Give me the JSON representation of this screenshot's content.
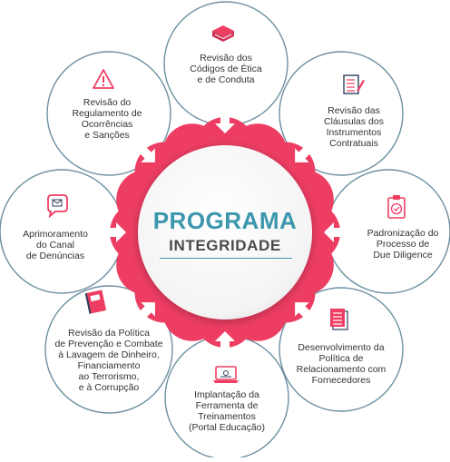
{
  "colors": {
    "accent": "#ee3d63",
    "petal_light": "#f27a95",
    "navy": "#2e3e5c",
    "teal": "#3e97a9",
    "ring": "#6d8fa0",
    "text": "#333333",
    "center_title": "#3c97ad",
    "center_sub": "#4a4a4a"
  },
  "center": {
    "title": "PROGRAMA",
    "subtitle": "INTEGRIDADE"
  },
  "items": [
    {
      "icon": "book-icon",
      "lines": [
        "Revisão dos",
        "Códigos de Ética",
        "e de Conduta"
      ]
    },
    {
      "icon": "document-pen-icon",
      "lines": [
        "Revisão das",
        "Cláusulas dos",
        "Instrumentos",
        "Contratuais"
      ]
    },
    {
      "icon": "clipboard-check-icon",
      "lines": [
        "Padronização do",
        "Processo de",
        "Due Diligence"
      ]
    },
    {
      "icon": "document-lines-icon",
      "lines": [
        "Desenvolvimento da",
        "Política de",
        "Relacionamento com",
        "Fornecedores"
      ]
    },
    {
      "icon": "laptop-icon",
      "lines": [
        "Implantação da",
        "Ferramenta de",
        "Treinamentos",
        "(Portal Educação)"
      ]
    },
    {
      "icon": "notebook-icon",
      "lines": [
        "Revisão da Política",
        "de Prevenção e Combate",
        "à Lavagem de Dinheiro,",
        "Financiamento",
        "ao Terrorismo,",
        "e à Corrupção"
      ]
    },
    {
      "icon": "chat-bubble-icon",
      "lines": [
        "Aprimoramento",
        "do Canal",
        "de Denúncias"
      ]
    },
    {
      "icon": "warning-icon",
      "lines": [
        "Revisão do",
        "Regulamento de",
        "Ocorrências",
        "e Sanções"
      ]
    }
  ]
}
